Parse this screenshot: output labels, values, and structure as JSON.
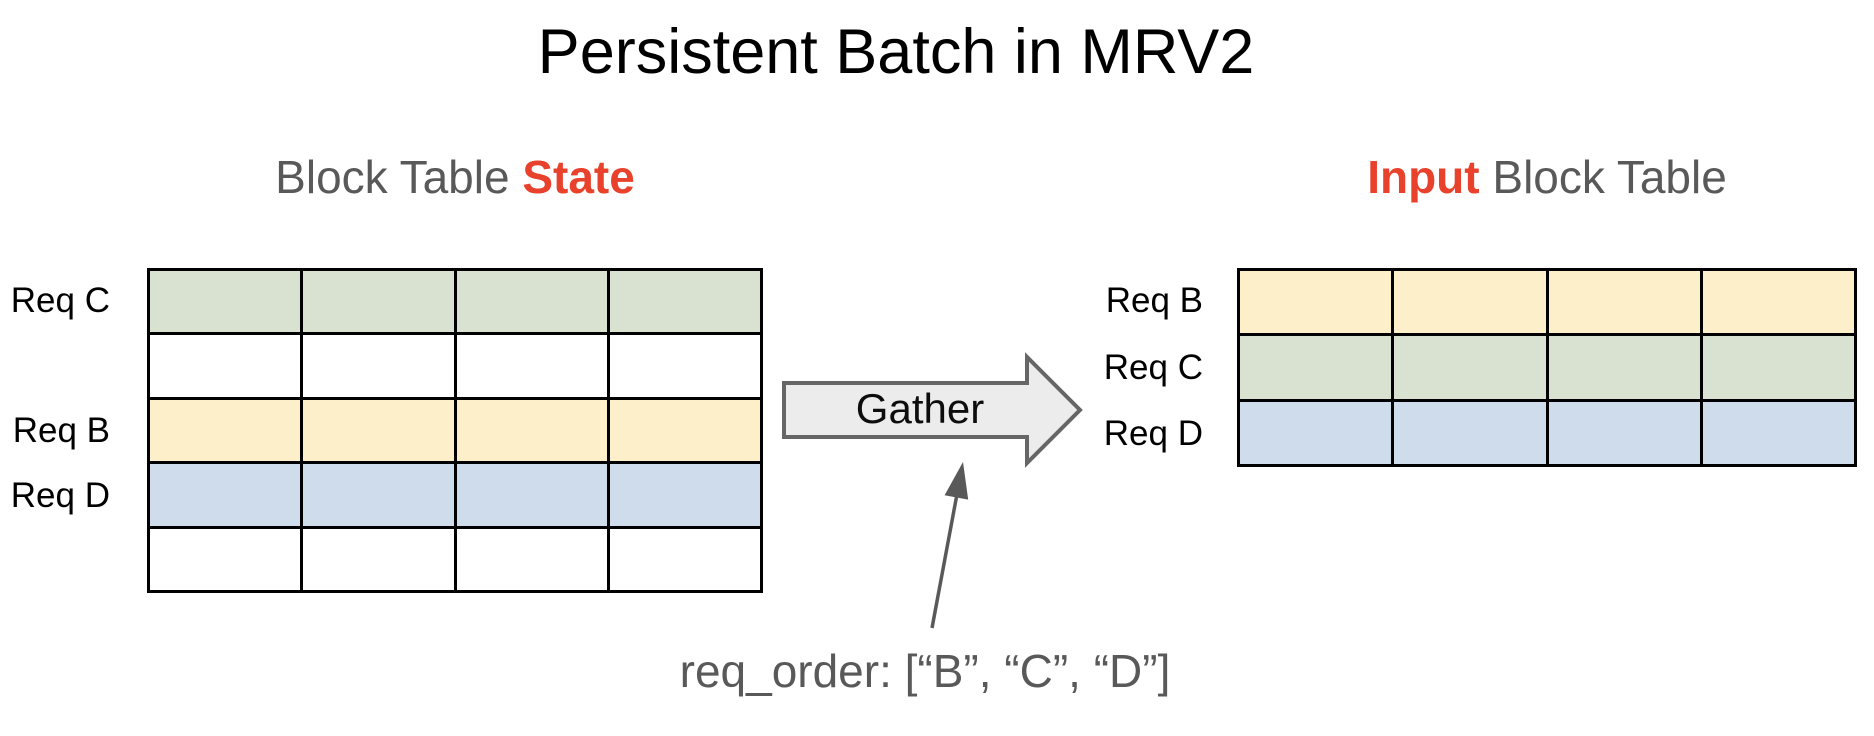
{
  "title": "Persistent Batch in MRV2",
  "left_table": {
    "heading": {
      "prefix": "Block Table ",
      "highlight": "State"
    },
    "columns": 4,
    "rows": [
      {
        "label": "Req C",
        "color_key": "green"
      },
      {
        "label": "",
        "color_key": "white"
      },
      {
        "label": "Req B",
        "color_key": "yellow"
      },
      {
        "label": "Req D",
        "color_key": "blue"
      },
      {
        "label": "",
        "color_key": "white"
      }
    ]
  },
  "right_table": {
    "heading": {
      "highlight": "Input",
      "suffix": " Block Table"
    },
    "columns": 4,
    "rows": [
      {
        "label": "Req B",
        "color_key": "yellow"
      },
      {
        "label": "Req C",
        "color_key": "green"
      },
      {
        "label": "Req D",
        "color_key": "blue"
      }
    ]
  },
  "gather": {
    "label": "Gather"
  },
  "annotation": {
    "text": "req_order: [“B”, “C”, “D”]"
  },
  "colors": {
    "green": "#d9e2d0",
    "yellow": "#fcefc9",
    "blue": "#cedcec",
    "white": "#ffffff",
    "highlight_red": "#e8412c",
    "heading_gray": "#595959",
    "title_black": "#000000",
    "arrow_fill": "#ececec",
    "arrow_stroke": "#666666",
    "note_gray": "#595959"
  }
}
